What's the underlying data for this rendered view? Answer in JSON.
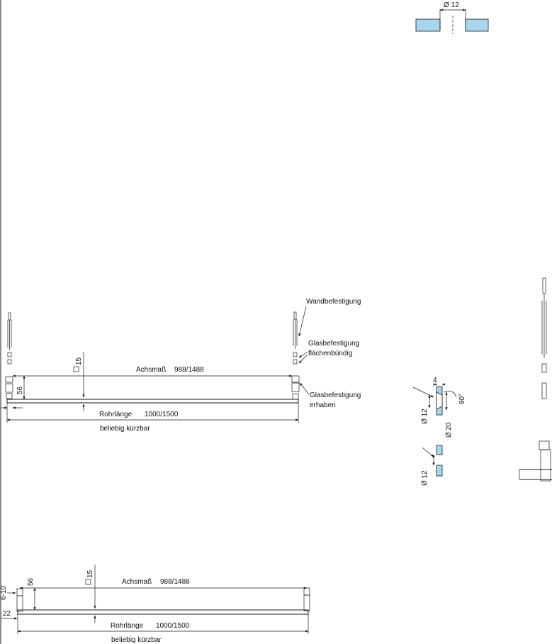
{
  "labels": {
    "wandbefestigung": "Wandbefestigung",
    "glasbefestigung_flush_1": "Glasbefestigung",
    "glasbefestigung_flush_2": "flächenbündig",
    "glasbefestigung_raised_1": "Glasbefestigung",
    "glasbefestigung_raised_2": "erhaben"
  },
  "dims": {
    "hole_top": "Ø 12",
    "square_1": "15",
    "achsmass_label_1": "Achsmaß",
    "achsmass_value_1": "988/1488",
    "height_1": "56",
    "rohrlaenge_label_1": "Rohrlänge",
    "rohrlaenge_value_1": "1000/1500",
    "shortenable_1": "beliebig kürzbar",
    "square_2": "15",
    "achsmass_label_2": "Achsmaß",
    "achsmass_value_2": "988/1488",
    "height_2": "56",
    "glass_thk": "6-10",
    "offset": "22",
    "rohrlaenge_label_2": "Rohrlänge",
    "rohrlaenge_value_2": "1000/1500",
    "shortenable_2": "beliebig kürzbar",
    "countersink_depth": "4",
    "countersink_angle": "90°",
    "hole_d_1": "Ø 12",
    "countersink_d": "Ø 20",
    "hole_d_2": "Ø 12"
  },
  "colors": {
    "glass": "#a9d6ef",
    "line": "#1a1a1a"
  }
}
